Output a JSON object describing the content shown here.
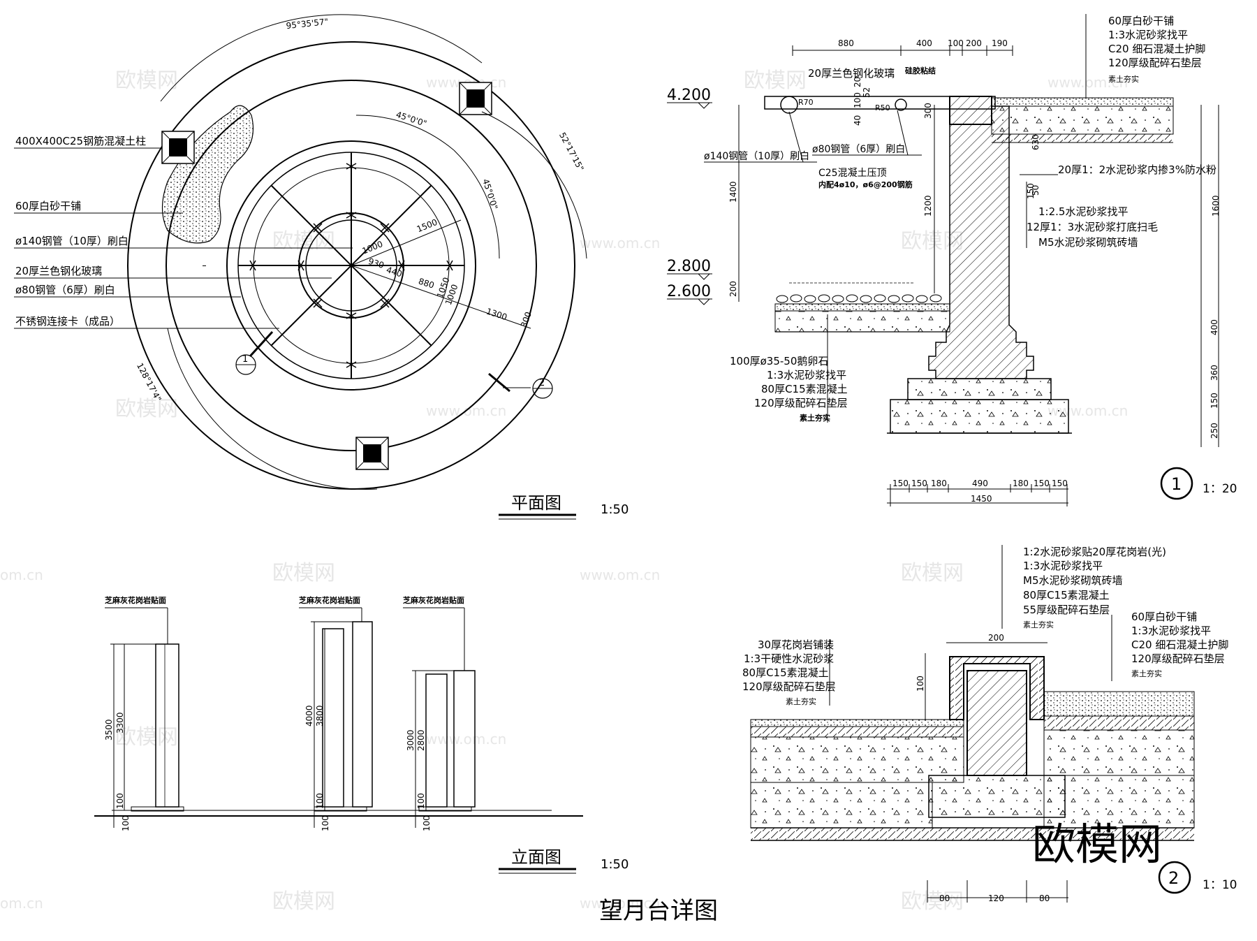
{
  "main_title": "望月台详图",
  "plan": {
    "title": "平面图",
    "scale": "1:50",
    "labels": [
      "400X400C25钢筋混凝土柱",
      "60厚白砂干铺",
      "ø140钢管（10厚）刷白",
      "20厚兰色钢化玻璃",
      "ø80钢管（6厚）刷白",
      "不锈钢连接卡（成品）"
    ],
    "angles": [
      "95°35'57\"",
      "45°0'0\"",
      "45°0'0\"",
      "52°17'15\"",
      "128°17'4\""
    ],
    "dims": [
      "1500",
      "1000",
      "930",
      "440",
      "880",
      "1050",
      "1000",
      "1300",
      "300"
    ],
    "section_marks": [
      "1",
      "2"
    ]
  },
  "elevation": {
    "title": "立面图",
    "scale": "1:50",
    "cladding": [
      "芝麻灰花岗岩贴面",
      "芝麻灰花岗岩贴面",
      "芝麻灰花岗岩贴面"
    ],
    "dims_col1": [
      "3500",
      "3300",
      "100",
      "100"
    ],
    "dims_col2": [
      "4000",
      "3800",
      "100",
      "100"
    ],
    "dims_col3": [
      "3000",
      "2800",
      "100",
      "100"
    ]
  },
  "section1": {
    "mark": "1",
    "scale": "1：20",
    "levels": [
      "4.200",
      "2.800",
      "2.600"
    ],
    "top_dims": [
      "880",
      "400",
      "100",
      "200",
      "190"
    ],
    "right_layers": [
      "60厚白砂干铺",
      "1:3水泥砂浆找平",
      "C20  细石混凝土护脚",
      "120厚级配碎石垫层",
      "素土夯实"
    ],
    "left_labels": [
      "20厚兰色钢化玻璃",
      "硅胶粘结",
      "R70",
      "R50",
      "ø140钢管（10厚）刷白",
      "ø80钢管（6厚）刷白",
      "C25混凝土压顶",
      "内配4ø10，ø6@200钢筋"
    ],
    "wall_labels": [
      "20厚1：2水泥砂浆内掺3%防水粉",
      "1:2.5水泥砂浆找平",
      "12厚1：3水泥砂浆打底扫毛",
      "M5水泥砂浆砌筑砖墙"
    ],
    "bottom_labels": [
      "100厚ø35-50鹅卵石",
      "1:3水泥砂浆找平",
      "80厚C15素混凝土",
      "120厚级配碎石垫层",
      "素土夯实"
    ],
    "bottom_dims": [
      "150",
      "150",
      "180",
      "490",
      "180",
      "150",
      "150"
    ],
    "total": "1450",
    "right_dims": [
      "1600",
      "400",
      "360",
      "150",
      "250"
    ],
    "left_dims": [
      "1400",
      "200",
      "1200",
      "300",
      "630",
      "50",
      "40",
      "100",
      "20",
      "52",
      "150"
    ]
  },
  "section2": {
    "mark": "2",
    "scale": "1：10",
    "top_labels": [
      "1:2水泥砂浆贴20厚花岗岩(光)",
      "1:3水泥砂浆找平",
      "M5水泥砂浆砌筑砖墙",
      "80厚C15素混凝土",
      "55厚级配碎石垫层",
      "素土夯实"
    ],
    "left_labels": [
      "30厚花岗岩铺装",
      "1:3干硬性水泥砂浆",
      "80厚C15素混凝土",
      "120厚级配碎石垫层",
      "素土夯实"
    ],
    "right_labels": [
      "60厚白砂干铺",
      "1:3水泥砂浆找平",
      "C20  细石混凝土护脚",
      "120厚级配碎石垫层",
      "素土夯实"
    ],
    "dims": [
      "200",
      "100",
      "80",
      "120",
      "80"
    ]
  },
  "watermark": {
    "logo": "欧模网",
    "url": "www.om.cn",
    "corner": "om.cn"
  }
}
